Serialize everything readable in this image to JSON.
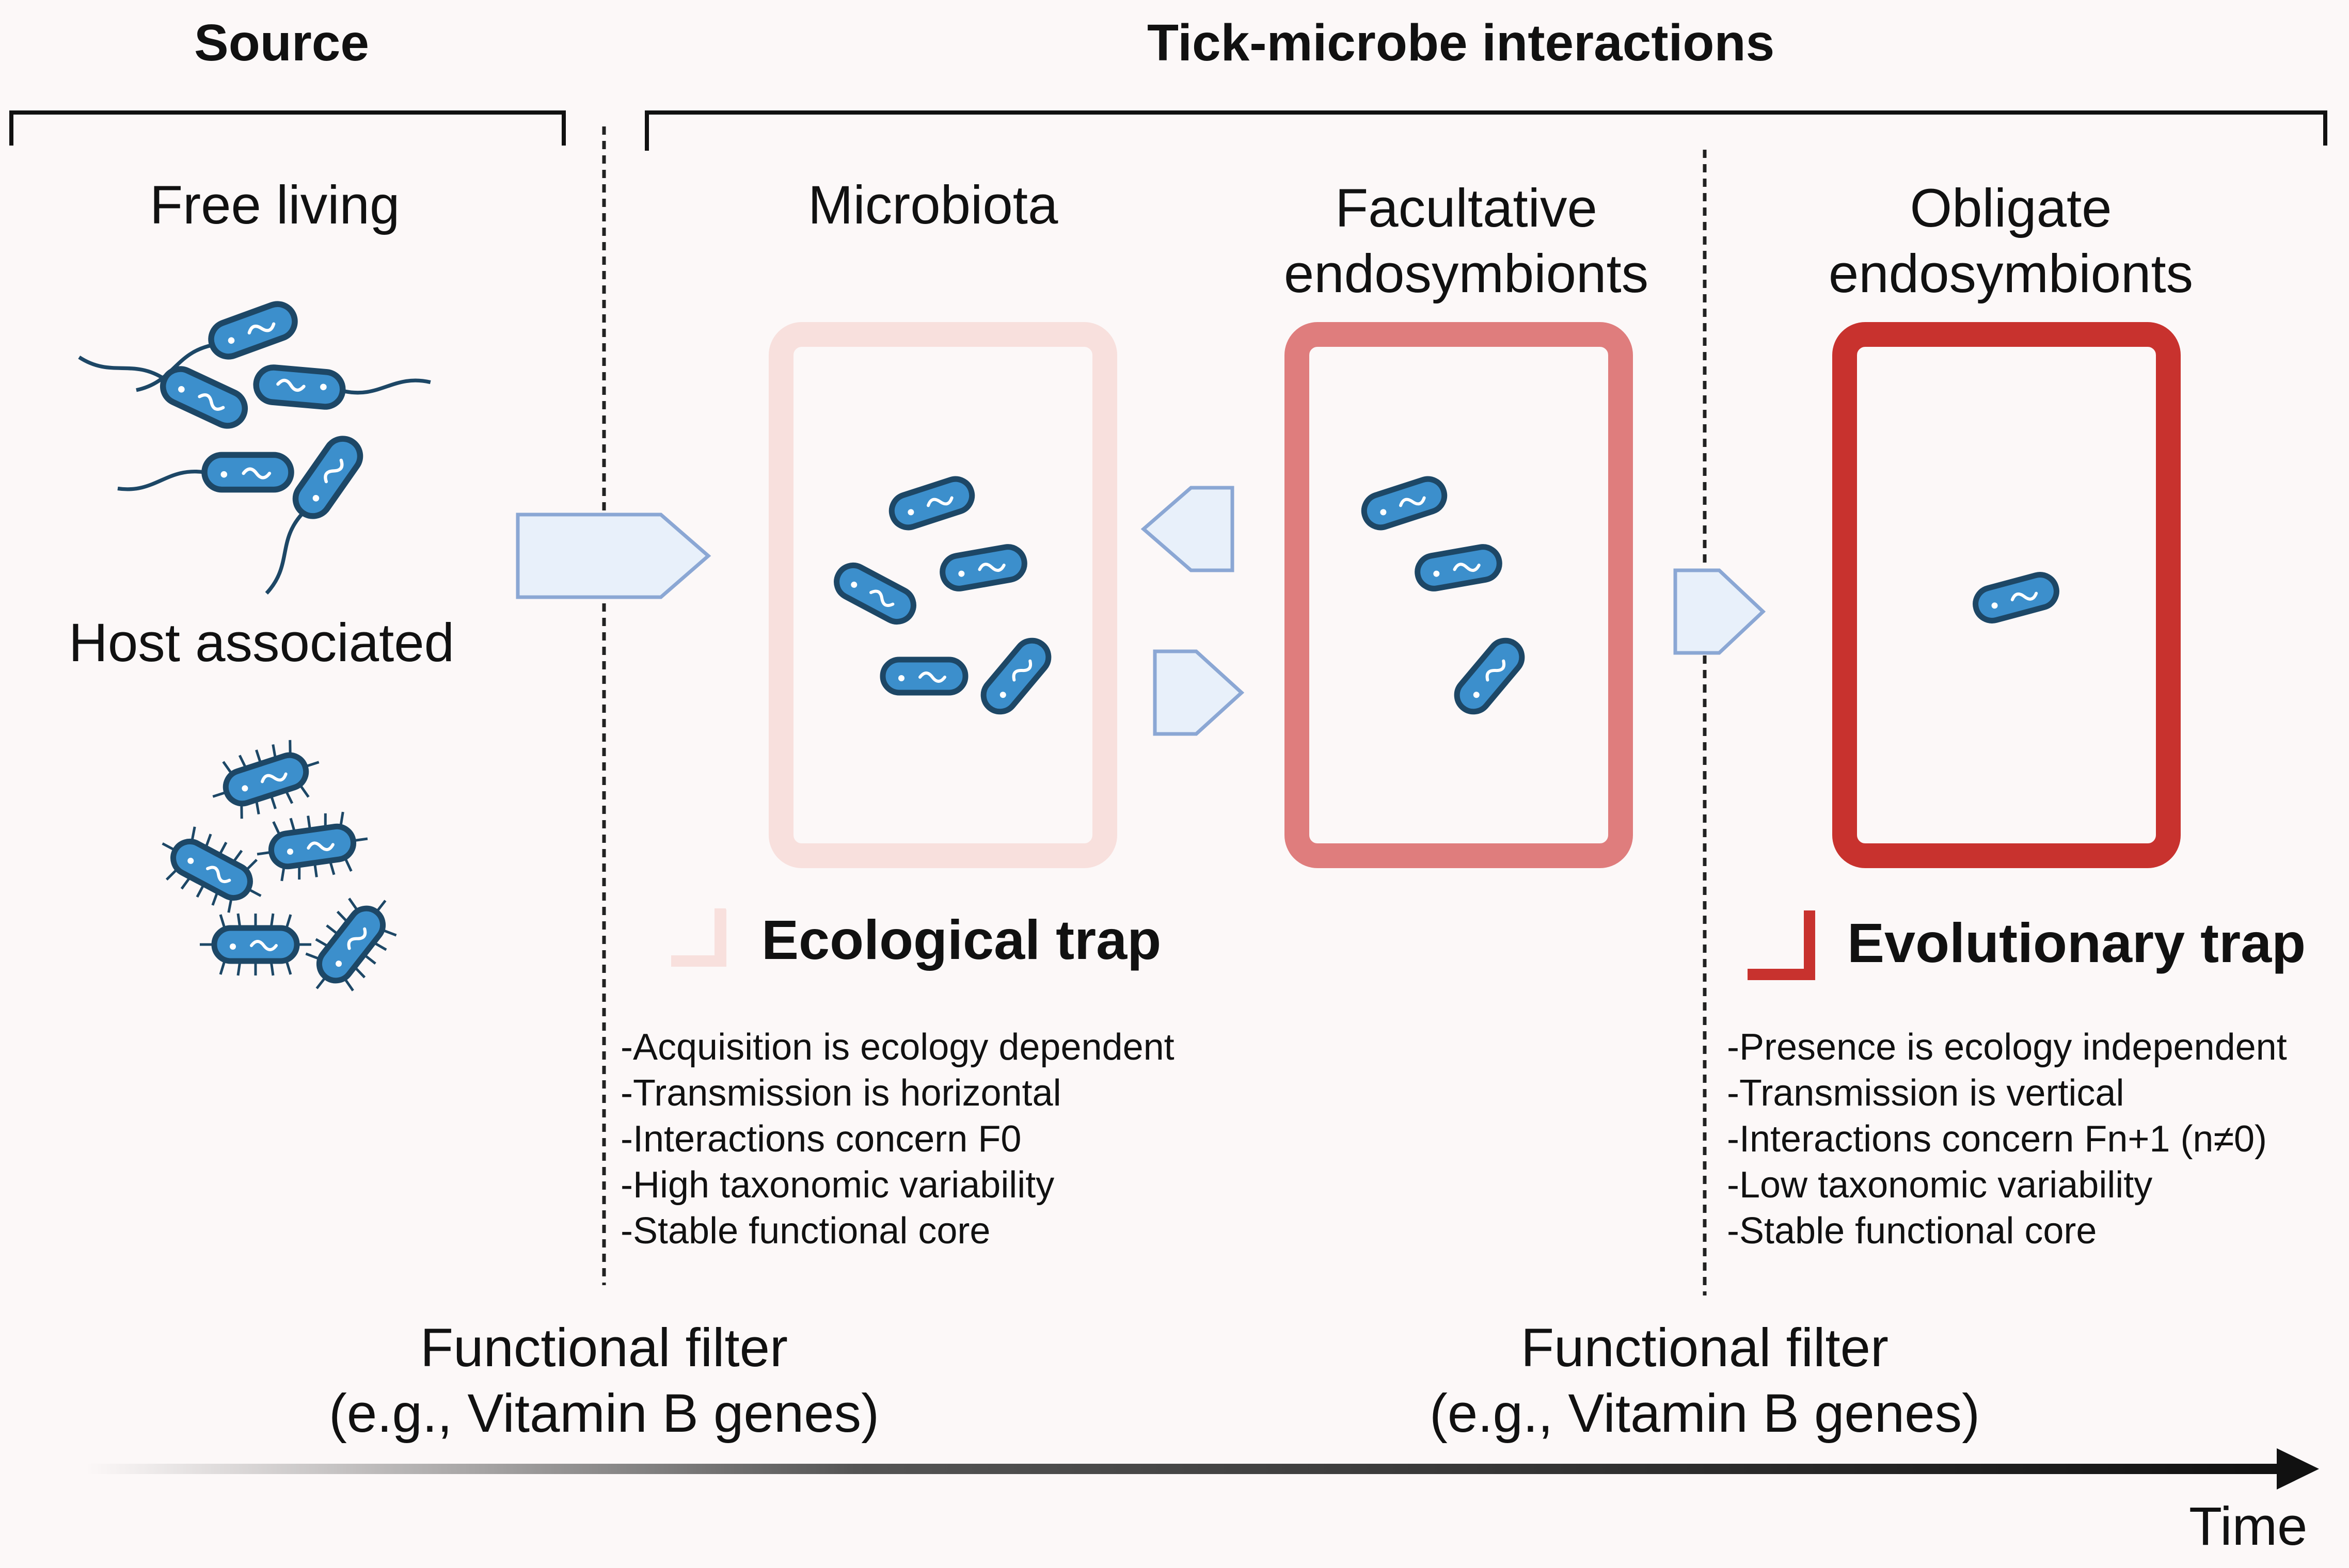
{
  "headers": {
    "source": "Source",
    "interactions": "Tick-microbe interactions"
  },
  "columns": {
    "free_living": "Free living",
    "host_associated": "Host associated",
    "microbiota": "Microbiota",
    "facultative": [
      "Facultative",
      "endosymbionts"
    ],
    "obligate": [
      "Obligate",
      "endosymbionts"
    ]
  },
  "traps": {
    "ecological": {
      "title": "Ecological trap",
      "items": [
        "-Acquisition is ecology dependent",
        "-Transmission is horizontal",
        "-Interactions concern F0",
        "-High taxonomic variability",
        "-Stable functional core"
      ]
    },
    "evolutionary": {
      "title": "Evolutionary trap",
      "items": [
        "-Presence is ecology independent",
        "-Transmission is vertical",
        "-Interactions concern Fn+1 (n≠0)",
        "-Low taxonomic variability",
        "-Stable functional core"
      ]
    }
  },
  "filters": [
    [
      "Functional filter",
      "(e.g., Vitamin B genes)"
    ],
    [
      "Functional filter",
      "(e.g., Vitamin B genes)"
    ]
  ],
  "time_label": "Time",
  "colors": {
    "background": "#fcf8f8",
    "microbiota_box": "#f8e0dd",
    "facultative_box": "#df7d7d",
    "obligate_box": "#c8322e",
    "bacterium_fill": "#3c8fcc",
    "bacterium_outline": "#1d4766",
    "arrow_fill": "#e8f0fa",
    "arrow_stroke": "#8ba7d4"
  },
  "icons": {
    "bacterium": "rod-bacterium-icon",
    "arrow": "pentagon-arrow-icon"
  }
}
